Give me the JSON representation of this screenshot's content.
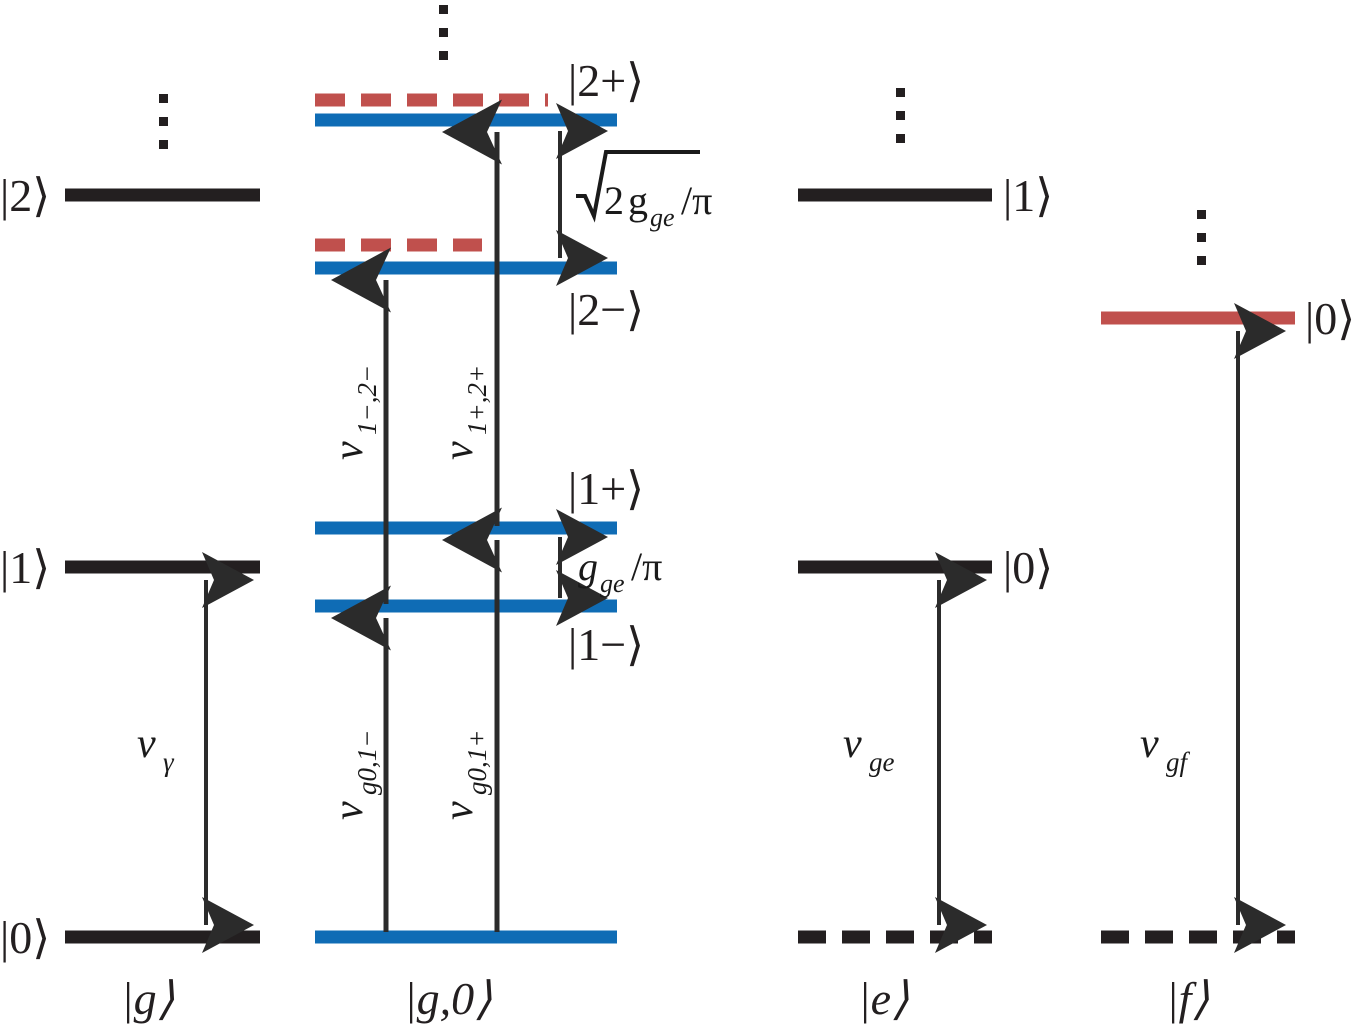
{
  "figure": {
    "type": "energy-level-diagram",
    "background": "#ffffff",
    "colors": {
      "black": "#231f20",
      "blue": "#0f6cb5",
      "red": "#c0504d",
      "arrow": "#2b2b2b"
    }
  },
  "columns": [
    {
      "id": "g",
      "bottom_label": "|g⟩",
      "levels": [
        {
          "label": "|0⟩",
          "style": "solid-black"
        },
        {
          "label": "|1⟩",
          "style": "solid-black"
        },
        {
          "label": "|2⟩",
          "style": "solid-black"
        }
      ],
      "ellipsis": true,
      "transitions": [
        {
          "label": "ν",
          "sub": "γ",
          "from": "|0⟩",
          "to": "|1⟩",
          "double_headed": true
        }
      ]
    },
    {
      "id": "g0",
      "bottom_label": "|g,0⟩",
      "levels": [
        {
          "label": "|g,0⟩",
          "style": "solid-blue"
        },
        {
          "label": "|1−⟩",
          "style": "solid-blue"
        },
        {
          "label": "|1+⟩",
          "style": "solid-blue"
        },
        {
          "label": "|2−⟩",
          "style": "solid-blue-red-dashed"
        },
        {
          "label": "|2+⟩",
          "style": "solid-blue-red-dashed"
        }
      ],
      "ellipsis": true,
      "transitions": [
        {
          "label": "ν",
          "sub": "g0,1−",
          "from": "|g,0⟩",
          "to": "|1−⟩",
          "double_headed": false
        },
        {
          "label": "ν",
          "sub": "g0,1+",
          "from": "|g,0⟩",
          "to": "|1+⟩",
          "double_headed": false
        },
        {
          "label": "ν",
          "sub": "1−,2−",
          "from": "|1−⟩",
          "to": "|2−⟩",
          "double_headed": false
        },
        {
          "label": "ν",
          "sub": "1+,2+",
          "from": "|1+⟩",
          "to": "|2+⟩",
          "double_headed": false
        }
      ],
      "splittings": [
        {
          "prefix": "√2",
          "symbol": "g",
          "sub": "ge",
          "suffix": "/π",
          "between": [
            "|2−⟩",
            "|2+⟩"
          ]
        },
        {
          "prefix": "",
          "symbol": "g",
          "sub": "ge",
          "suffix": "/π",
          "between": [
            "|1−⟩",
            "|1+⟩"
          ]
        }
      ]
    },
    {
      "id": "e",
      "bottom_label": "|e⟩",
      "levels": [
        {
          "label": "",
          "style": "dashed-black"
        },
        {
          "label": "|0⟩",
          "style": "solid-black"
        },
        {
          "label": "|1⟩",
          "style": "solid-black"
        }
      ],
      "ellipsis": true,
      "transitions": [
        {
          "label": "ν",
          "sub": "ge",
          "from": "base",
          "to": "|0⟩",
          "double_headed": true
        }
      ]
    },
    {
      "id": "f",
      "bottom_label": "|f⟩",
      "levels": [
        {
          "label": "",
          "style": "dashed-black"
        },
        {
          "label": "|0⟩",
          "style": "solid-red"
        }
      ],
      "ellipsis": true,
      "transitions": [
        {
          "label": "ν",
          "sub": "gf",
          "from": "base",
          "to": "|0⟩",
          "double_headed": true
        }
      ]
    }
  ],
  "labels": {
    "ket_2": "|2⟩",
    "ket_1_left": "|1⟩",
    "ket_0_left": "|0⟩",
    "ket_2plus": "|2+⟩",
    "ket_2minus": "|2−⟩",
    "ket_1plus": "|1+⟩",
    "ket_1minus": "|1−⟩",
    "ket_1_e": "|1⟩",
    "ket_0_e": "|0⟩",
    "ket_0_f": "|0⟩",
    "bottom_g": "|g⟩",
    "bottom_g0": "|g,0⟩",
    "bottom_e": "|e⟩",
    "bottom_f": "|f⟩",
    "nu_gamma_main": "ν",
    "nu_gamma_sub": "γ",
    "nu_ge_main": "ν",
    "nu_ge_sub": "ge",
    "nu_gf_main": "ν",
    "nu_gf_sub": "gf",
    "nu_g01m_main": "ν",
    "nu_g01m_sub": "g0,1−",
    "nu_g01p_main": "ν",
    "nu_g01p_sub": "g0,1+",
    "nu_1m2m_main": "ν",
    "nu_1m2m_sub": "1−,2−",
    "nu_1p2p_main": "ν",
    "nu_1p2p_sub": "1+,2+",
    "split_sqrt2_prefix": "2",
    "split_sqrt2_g": "g",
    "split_sqrt2_sub": "ge",
    "split_sqrt2_suffix": "/π",
    "split_g_main": "g",
    "split_g_sub": "ge",
    "split_g_suffix": "/π"
  }
}
